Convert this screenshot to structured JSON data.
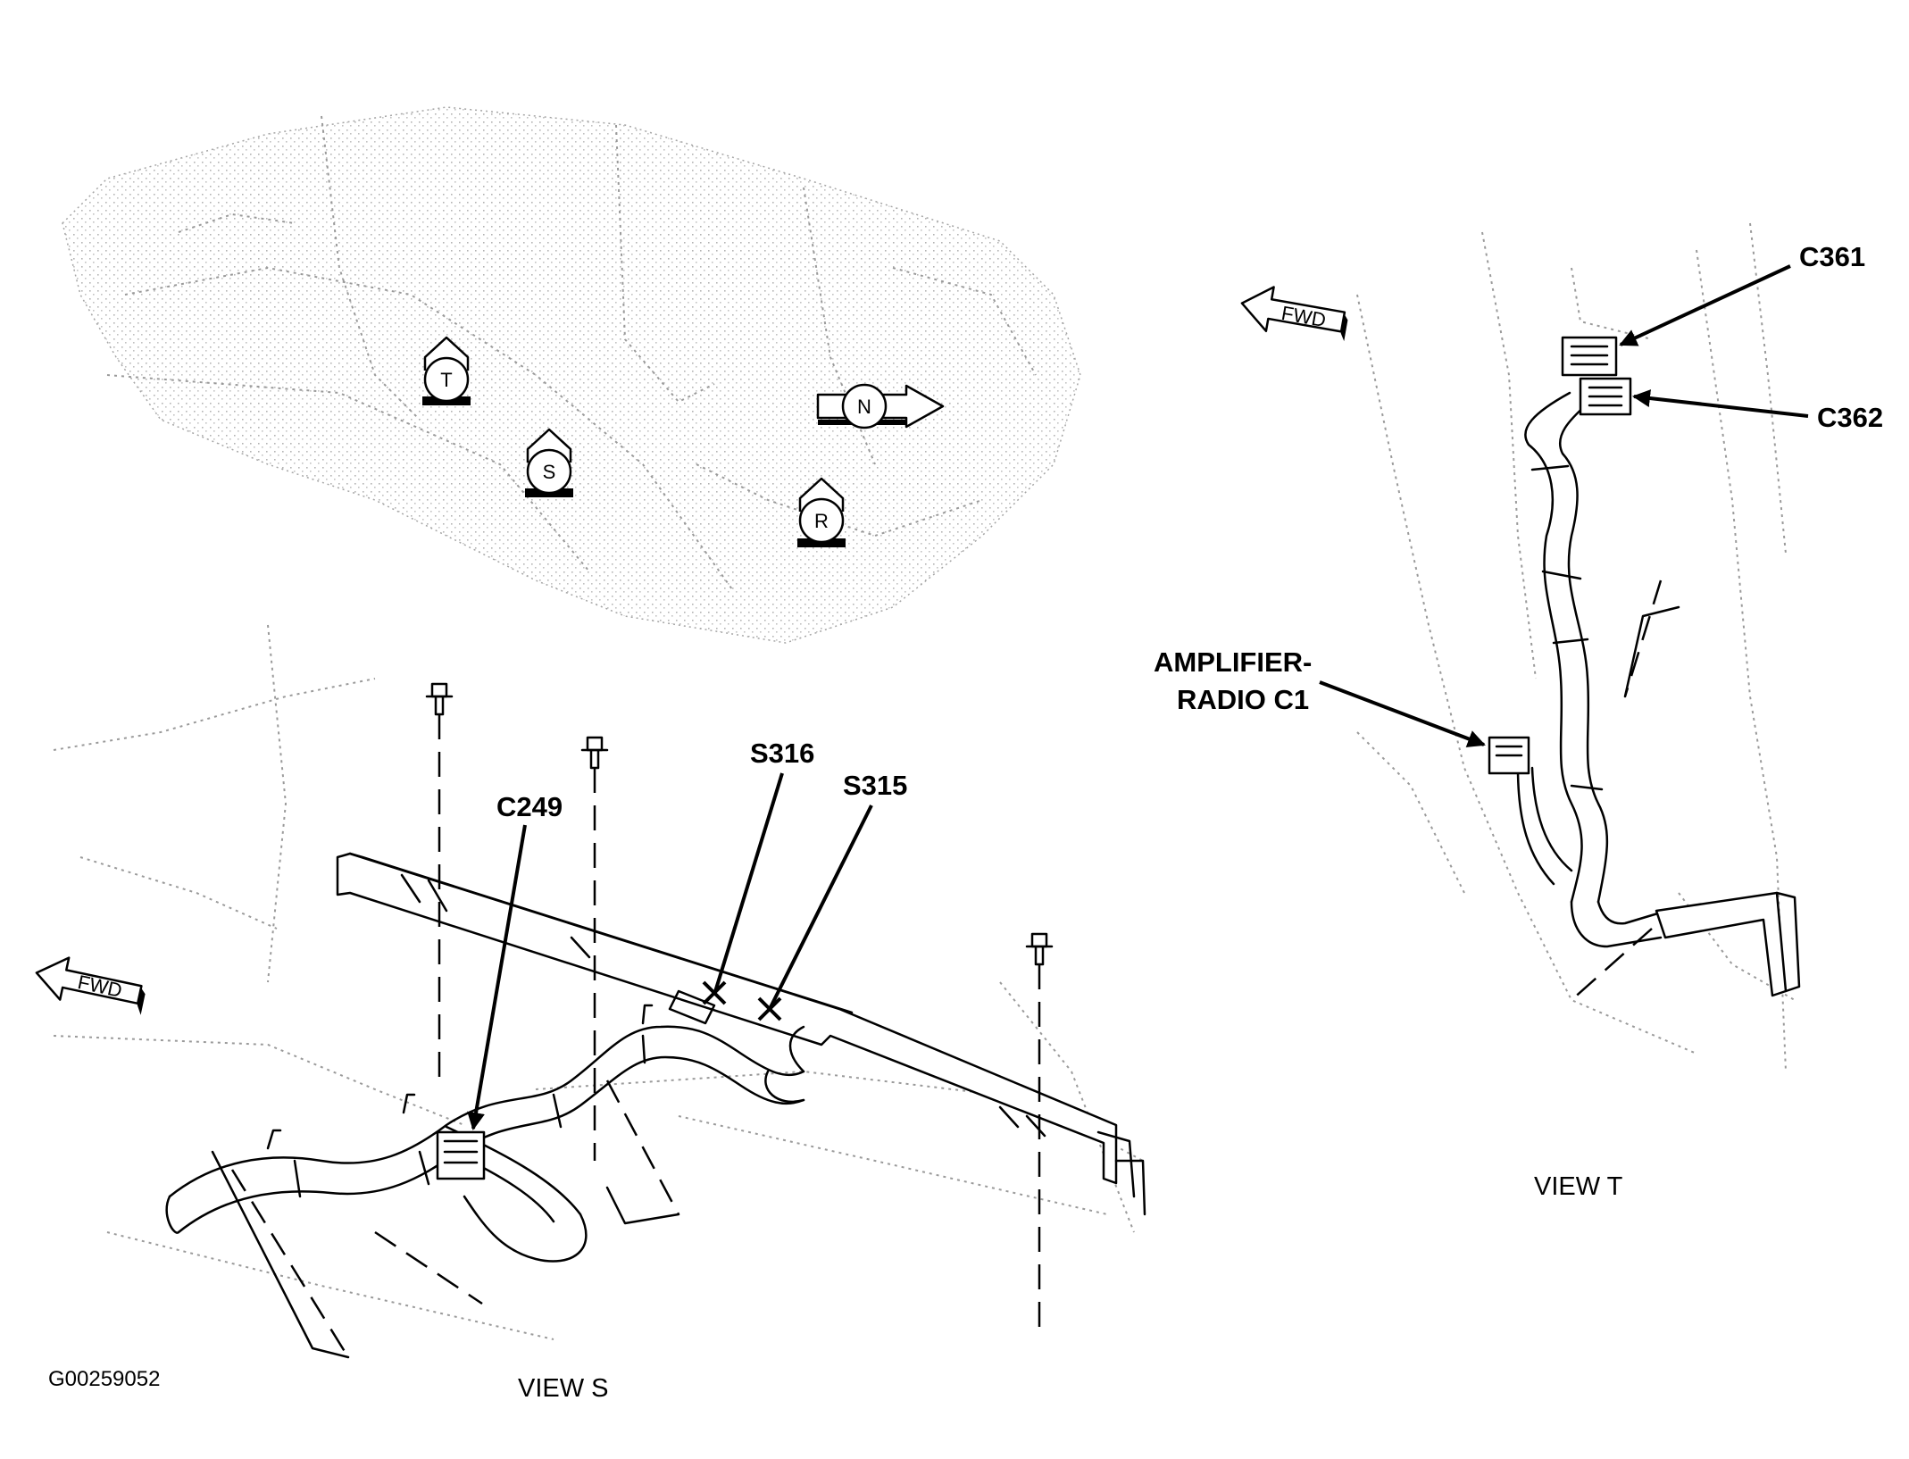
{
  "labels": {
    "c361": "C361",
    "c362": "C362",
    "amplifier_line1": "AMPLIFIER-",
    "amplifier_line2": "RADIO C1",
    "c249": "C249",
    "s316": "S316",
    "s315": "S315"
  },
  "captions": {
    "view_t": "VIEW T",
    "view_s": "VIEW S",
    "figure_code": "G00259052"
  },
  "fwd_arrows": {
    "top_right": "FWD",
    "bottom_left": "FWD"
  },
  "view_markers": {
    "t": "T",
    "s": "S",
    "n": "N",
    "r": "R"
  }
}
